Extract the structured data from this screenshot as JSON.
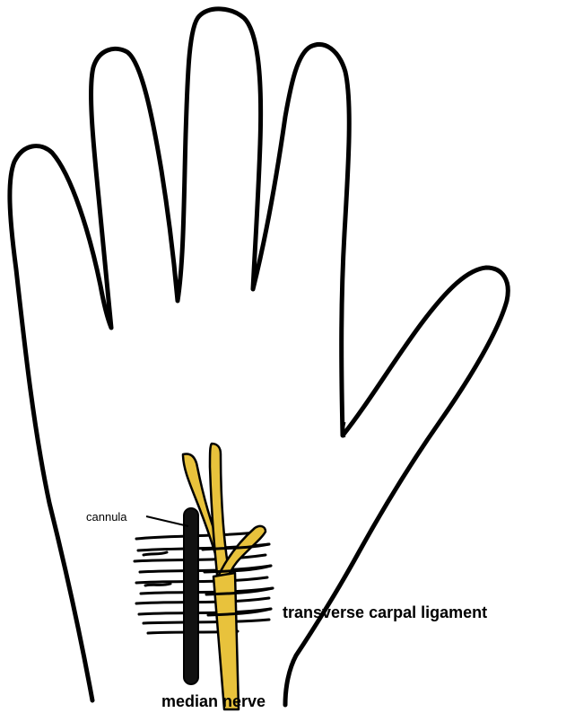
{
  "labels": {
    "cannula": "cannula",
    "transverse_carpal_ligament": "transverse carpal ligament",
    "median_nerve": "median nerve"
  },
  "colors": {
    "outline": "#000000",
    "nerve_fill": "#e8c23c",
    "background": "#ffffff"
  }
}
